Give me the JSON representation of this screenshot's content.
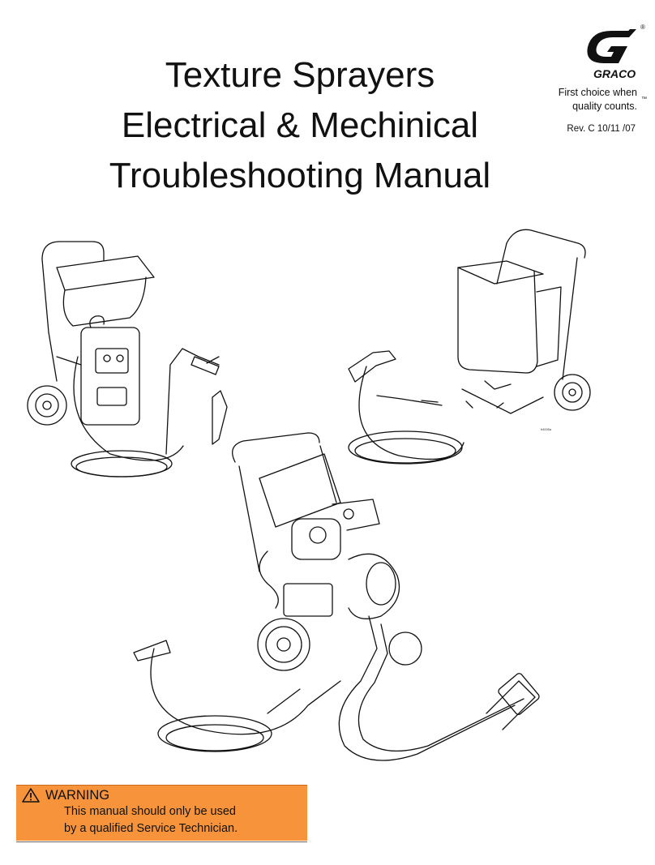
{
  "title": {
    "line1": "Texture Sprayers",
    "line2": "Electrical & Mechinical",
    "line3": "Troubleshooting Manual"
  },
  "brand": {
    "name": "GRACO",
    "registered": "®",
    "tagline_line1": "First choice when",
    "tagline_line2": "quality counts.",
    "trademark": "™"
  },
  "revision": "Rev. C 10/11 /07",
  "figure_code": "ti4005a",
  "warning": {
    "heading": "WARNING",
    "line1": "This manual should only be used",
    "line2": "by a qualified Service Technician."
  },
  "colors": {
    "warning_bg": "#f7943b",
    "text": "#111111"
  },
  "icons": [
    "graco-logo-icon",
    "warning-triangle-icon"
  ]
}
